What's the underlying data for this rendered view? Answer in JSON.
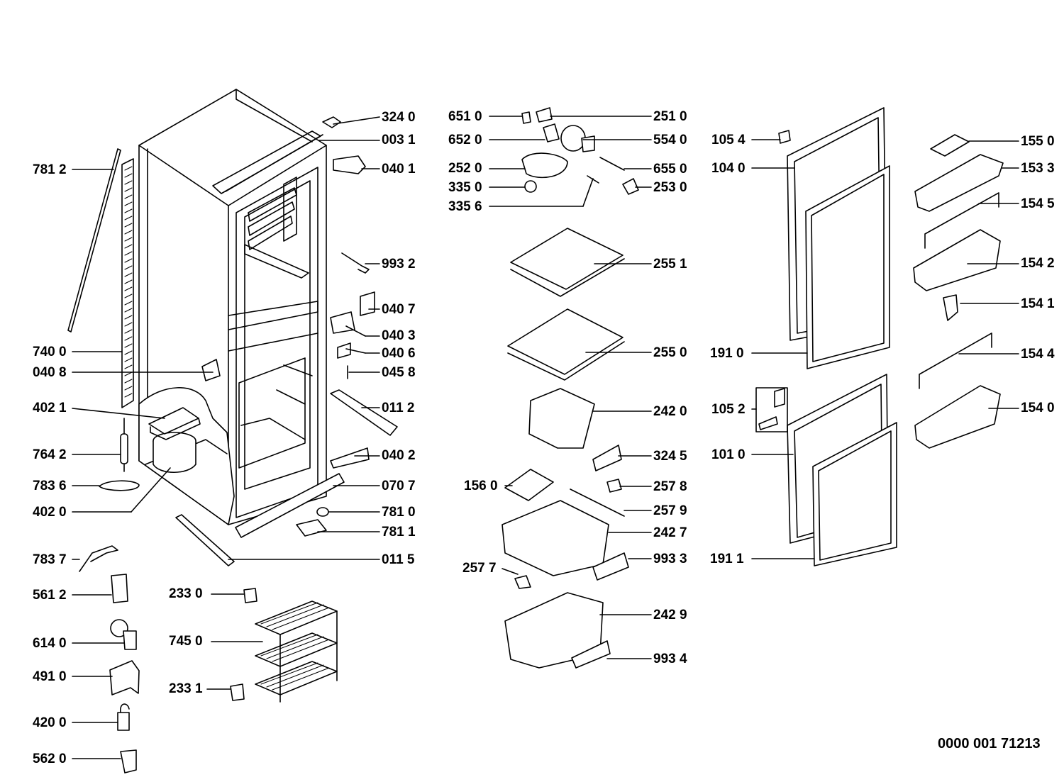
{
  "document_number": "0000 001 71213",
  "callouts": {
    "c3240": "324 0",
    "c0031": "003 1",
    "c7812": "781 2",
    "c0401": "040 1",
    "c9932": "993 2",
    "c0407": "040 7",
    "c0403": "040 3",
    "c7400": "740 0",
    "c0406": "040 6",
    "c0408": "040 8",
    "c0458": "045 8",
    "c4021": "402 1",
    "c0112": "011 2",
    "c7642": "764 2",
    "c0402": "040 2",
    "c7836": "783 6",
    "c0707": "070 7",
    "c4020": "402 0",
    "c7810": "781 0",
    "c7811": "781 1",
    "c7837": "783 7",
    "c0115": "011 5",
    "c5612": "561 2",
    "c2330": "233 0",
    "c6140": "614 0",
    "c7450": "745 0",
    "c4910": "491 0",
    "c2331": "233 1",
    "c4200": "420 0",
    "c5620": "562 0",
    "c6510": "651 0",
    "c2510": "251 0",
    "c6520": "652 0",
    "c5540": "554 0",
    "c2520": "252 0",
    "c6550": "655 0",
    "c3350": "335 0",
    "c2530": "253 0",
    "c3356": "335 6",
    "c2551": "255 1",
    "c2550": "255 0",
    "c2420": "242 0",
    "c3245": "324 5",
    "c1560": "156 0",
    "c2578": "257 8",
    "c2579": "257 9",
    "c2427": "242 7",
    "c2577": "257 7",
    "c9933": "993 3",
    "c2429": "242 9",
    "c9934": "993 4",
    "c1054": "105 4",
    "c1040": "104 0",
    "c1910": "191 0",
    "c1052": "105 2",
    "c1010": "101 0",
    "c1911": "191 1",
    "c1550": "155 0",
    "c1533": "153 3",
    "c1545": "154 5",
    "c1542": "154 2",
    "c1541": "154 1",
    "c1544": "154 4",
    "c1540": "154 0"
  }
}
